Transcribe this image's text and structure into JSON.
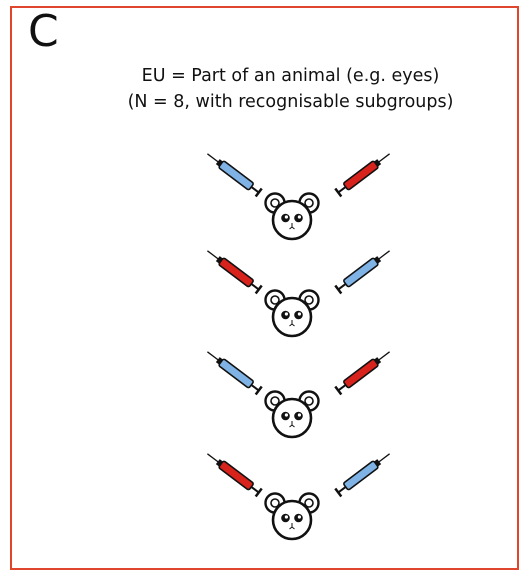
{
  "panel": {
    "letter": "C",
    "caption_line1": "EU = Part of an animal (e.g. eyes)",
    "caption_line2": "(N = 8, with recognisable subgroups)"
  },
  "colors": {
    "frame": "#e0462d",
    "syringe_blue": "#7fb3e6",
    "syringe_red": "#d8221c",
    "outline": "#111111"
  },
  "animals": [
    {
      "left_syringe": "blue",
      "right_syringe": "red",
      "left_eye": "white",
      "right_eye": "white"
    },
    {
      "left_syringe": "red",
      "right_syringe": "blue",
      "left_eye": "white",
      "right_eye": "white"
    },
    {
      "left_syringe": "blue",
      "right_syringe": "red",
      "left_eye": "white",
      "right_eye": "white"
    },
    {
      "left_syringe": "red",
      "right_syringe": "blue",
      "left_eye": "white",
      "right_eye": "white"
    }
  ]
}
